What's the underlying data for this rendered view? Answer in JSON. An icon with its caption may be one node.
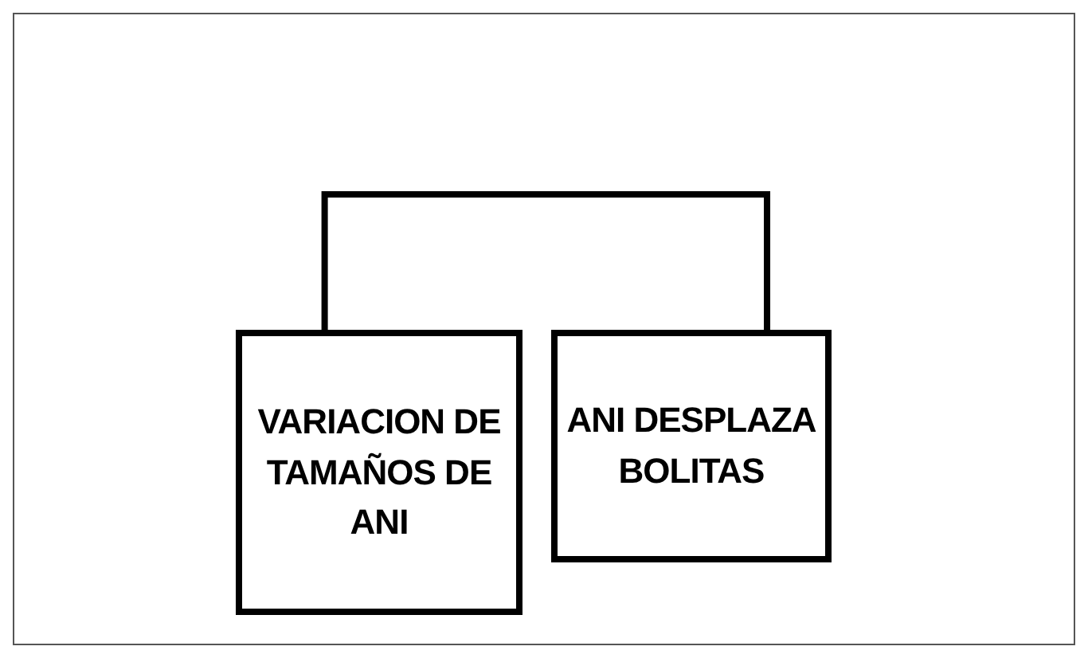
{
  "diagram": {
    "nodes": [
      {
        "text": [
          "VARIACION DE TAMAÑOS DE ANI"
        ]
      },
      {
        "text": [
          "ANI DESPLAZA BOLITAS"
        ]
      }
    ],
    "edges": [
      {
        "from": 0,
        "to": 1,
        "arrow": "none"
      }
    ]
  }
}
